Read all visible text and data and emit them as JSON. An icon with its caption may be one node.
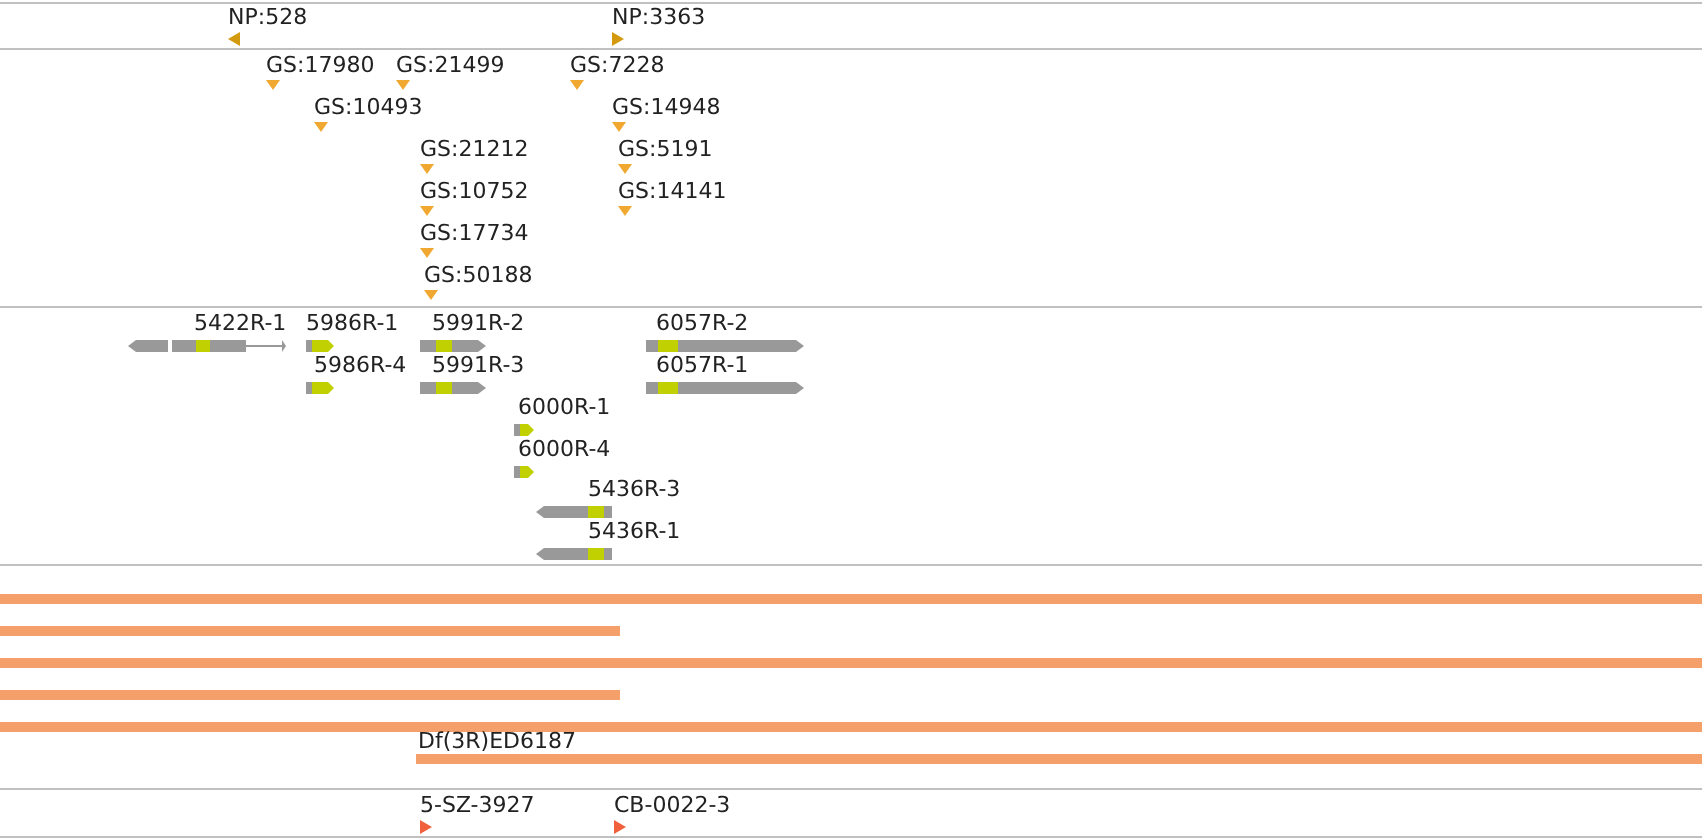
{
  "diagram": {
    "labels": [
      "NP:528",
      "NP:3363",
      "GS:17980",
      "GS:21499",
      "GS:7228",
      "GS:10493",
      "GS:14948",
      "GS:21212",
      "GS:5191",
      "GS:10752",
      "GS:14141",
      "GS:17734",
      "GS:50188",
      "5422R-1",
      "5986R-1",
      "5991R-2",
      "6057R-2",
      "5986R-4",
      "5991R-3",
      "6057R-1",
      "6000R-1",
      "6000R-4",
      "5436R-3",
      "5436R-1",
      "Df(3R)ED6187",
      "5-SZ-3927",
      "CB-0022-3"
    ]
  }
}
